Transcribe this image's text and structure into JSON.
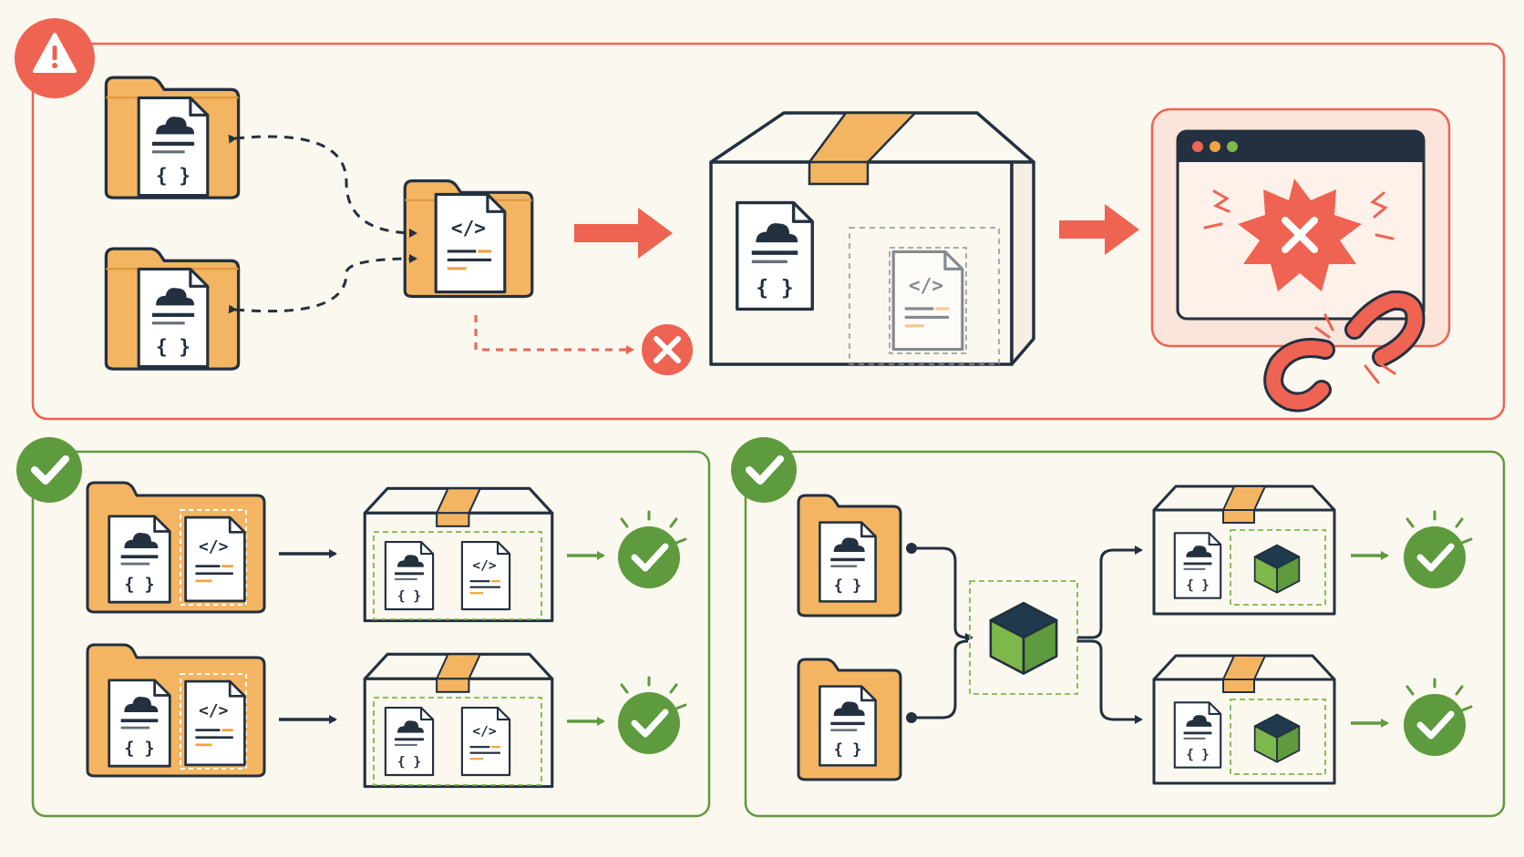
{
  "colors": {
    "background": "#fbf8ef",
    "ink": "#23303f",
    "folder": "#f3b562",
    "folder_dark": "#e09a3e",
    "paper": "#ffffff",
    "box": "#fbf8ef",
    "error": "#ee6352",
    "error_fill": "#fbe4da",
    "success": "#5e9a3e",
    "success_light": "#7db84a",
    "accent_orange": "#f3a33a"
  },
  "icons": {
    "file_a": "cloud-config-file-icon",
    "file_b": "code-file-icon",
    "braces": "{ }",
    "code": "</>",
    "warning": "warning-icon",
    "check": "check-icon",
    "cross": "cross-icon",
    "package": "package-box-icon",
    "shared_module": "cube-icon",
    "broken_link": "broken-link-icon",
    "error_window": "browser-window-error-icon"
  },
  "panels": [
    {
      "id": "failure",
      "status": "error"
    },
    {
      "id": "bundled",
      "status": "success"
    },
    {
      "id": "shared",
      "status": "success"
    }
  ]
}
